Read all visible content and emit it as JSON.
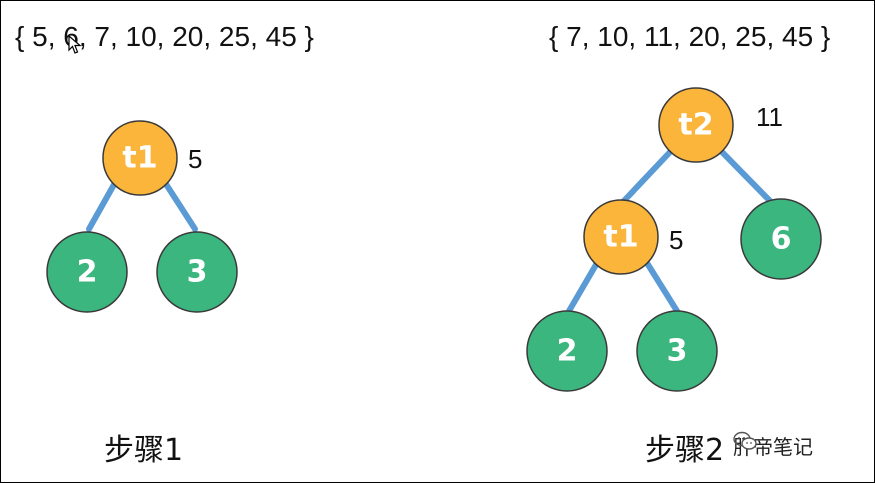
{
  "left": {
    "set": "{ 5, 6, 7, 10, 20, 25, 45 }",
    "root": {
      "label": "t1",
      "weight": "5"
    },
    "children": [
      "2",
      "3"
    ],
    "step": "步骤1"
  },
  "right": {
    "set": "{ 7, 10, 11, 20, 25, 45 }",
    "root": {
      "label": "t2",
      "weight": "11"
    },
    "mid": {
      "label": "t1",
      "weight": "5"
    },
    "right_child": "6",
    "children": [
      "2",
      "3"
    ],
    "step": "步骤2"
  },
  "watermark": "肝帝笔记",
  "colors": {
    "internal_node": "#fbb53a",
    "leaf_node": "#3bb67f",
    "edge": "#5b9bd5",
    "node_border": "#3a3a3a"
  }
}
